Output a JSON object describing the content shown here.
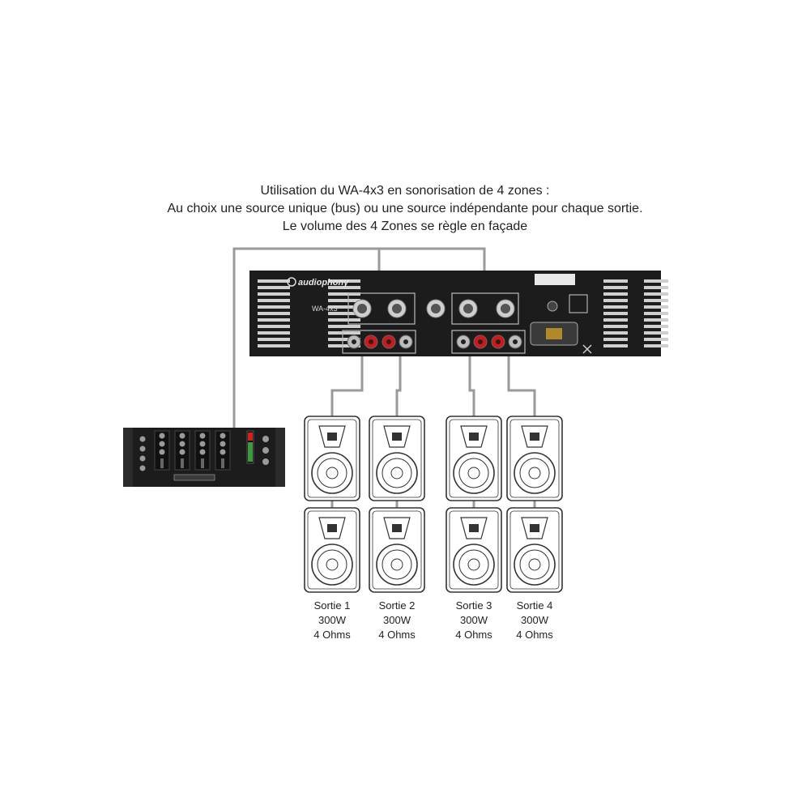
{
  "title": {
    "line1": "Utilisation du WA-4x3 en sonorisation de 4 zones :",
    "line2": "Au choix une source unique (bus) ou une source indépendante pour chaque sortie.",
    "line3": "Le volume des 4 Zones se règle en façade"
  },
  "amplifier": {
    "brand": "audiophony",
    "model": "WA-4x3"
  },
  "outputs": [
    {
      "name": "Sortie 1",
      "power": "300W",
      "impedance": "4 Ohms"
    },
    {
      "name": "Sortie 2",
      "power": "300W",
      "impedance": "4 Ohms"
    },
    {
      "name": "Sortie 3",
      "power": "300W",
      "impedance": "4 Ohms"
    },
    {
      "name": "Sortie 4",
      "power": "300W",
      "impedance": "4 Ohms"
    }
  ],
  "colors": {
    "panel": "#1c1c1c",
    "cable": "#9a9a9a",
    "connector_red": "#d01818",
    "speaker_line": "#333333"
  }
}
